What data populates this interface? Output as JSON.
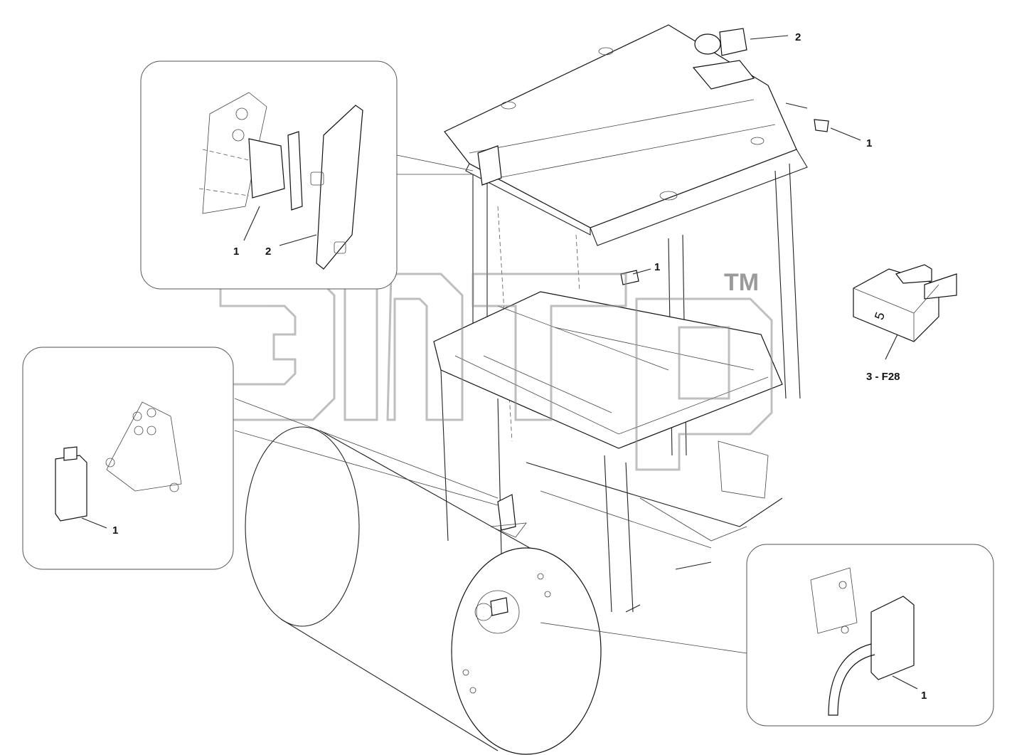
{
  "labels": {
    "top_cab_sensor": "2",
    "top_cab_switch": "1",
    "inset_mirror_bracket": "1",
    "inset_mirror": "2",
    "center_switch": "1",
    "inset_left_part": "1",
    "inset_right_part": "1",
    "fuse": "3 - F28",
    "fuse_number": "5"
  },
  "watermark": {
    "trademark": "TM"
  },
  "colors": {
    "line": "#222222",
    "watermark": "#bdbdbd",
    "background": "#ffffff"
  }
}
